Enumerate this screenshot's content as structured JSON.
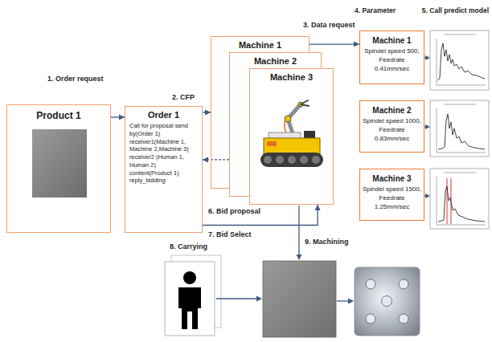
{
  "diagram": {
    "nodes": [
      {
        "text": [
          "Product 1"
        ]
      },
      {
        "text": [
          "Order 1",
          "Call for proposal send by(Order 1) receiver1(Machine 1, Machine 2,Machine 3) receiver2 (Human 1, Human 2) content(Product 1) reply_bidding"
        ]
      },
      {
        "text": [
          "Machine 1"
        ]
      },
      {
        "text": [
          "Machine 2"
        ]
      },
      {
        "text": [
          "Machine 3"
        ]
      },
      {
        "text": [
          "Machine 1",
          "Spindel speed 500, Feedrate 0.41mm/sec"
        ]
      },
      {
        "text": [
          "Machine 2",
          "Spindel speed 1000, Feedrate 0.83mm/sec"
        ]
      },
      {
        "text": [
          "Machine 3",
          "Spindel speed 1500, Feedrate 1.25mm/sec"
        ]
      }
    ],
    "edges": [
      {
        "from": 0,
        "to": 1,
        "label": "1. Order request",
        "arrow": "to"
      },
      {
        "from": 1,
        "to": 2,
        "label": "2. CFP",
        "arrow": "to"
      },
      {
        "from": 2,
        "to": 5,
        "label": "3. Data request",
        "arrow": "to"
      },
      {
        "from": 4,
        "to": 1,
        "label": "6. Bid proposal",
        "arrow": "to"
      },
      {
        "from": 1,
        "to": 4,
        "label": "7. Bid Select",
        "arrow": "to"
      }
    ],
    "labels": [
      "4. Parameter",
      "5. Call predict model",
      "8. Carrying",
      "9. Machining"
    ]
  }
}
